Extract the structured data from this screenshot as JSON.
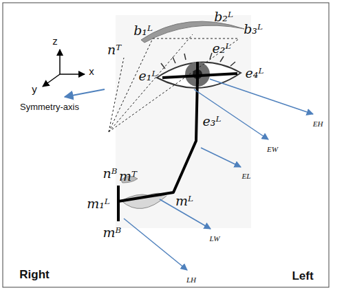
{
  "diagram": {
    "labels": [
      "z",
      "x",
      "y",
      "Symmetry-axis",
      "b₁ᴸ",
      "b₂ᴸ",
      "b₃ᴸ",
      "nᵀ",
      "e₂ᴸ",
      "e₁ᴸ",
      "e₄ᴸ",
      "e₃ᴸ",
      "nᴮ",
      "mᵀ",
      "m₁ᴸ",
      "mᴸ",
      "mᴮ",
      "EH",
      "EW",
      "EL",
      "LW",
      "LH",
      "Right",
      "Left"
    ]
  }
}
